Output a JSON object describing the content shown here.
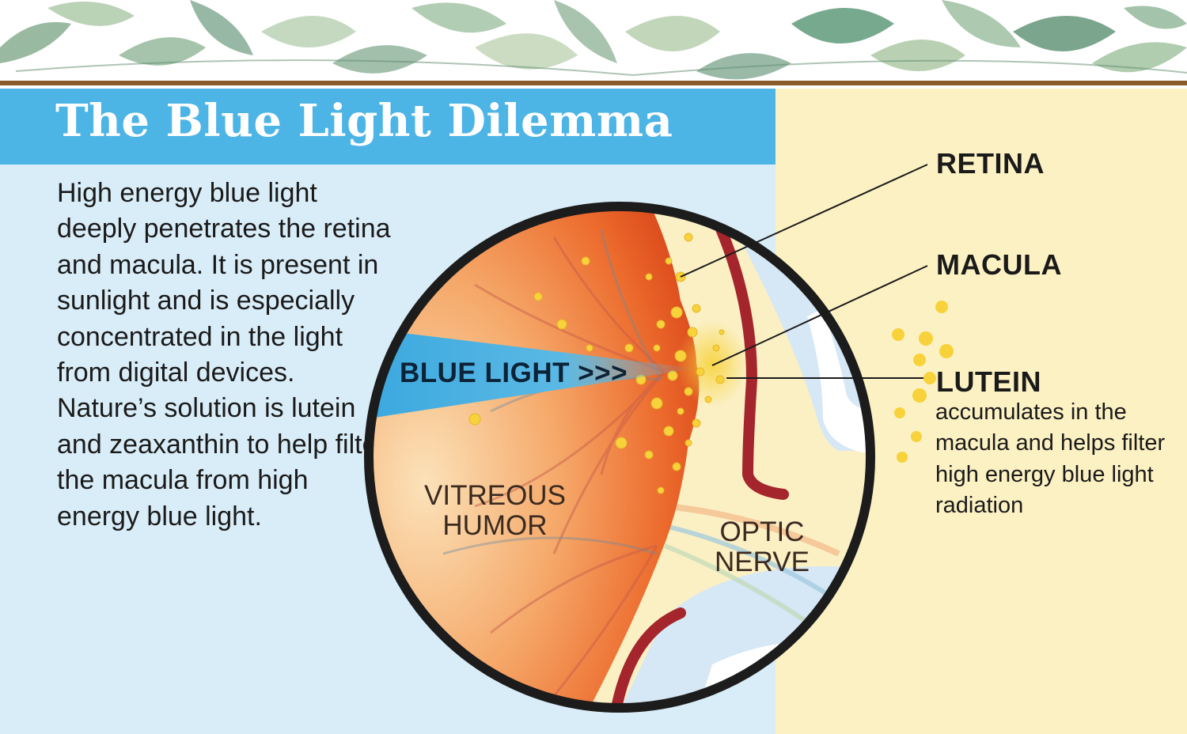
{
  "title": "The Blue Light Dilemma",
  "body_text": "High energy blue light deeply penetrates the retina and macula. It is present in sunlight and is especially concentrated in the light from digital devices. Nature’s solution is lutein and zeaxanthin to help filter the macula from high energy blue light.",
  "diagram": {
    "blue_light_label": "BLUE LIGHT >>>",
    "vitreous_label": "VITREOUS\nHUMOR",
    "optic_nerve_label": "OPTIC\nNERVE"
  },
  "callouts": {
    "retina": "RETINA",
    "macula": "MACULA",
    "lutein": "LUTEIN",
    "lutein_description": "accumulates in the macula and helps filter high energy blue light radiation"
  },
  "colors": {
    "title_bar": "#4db4e6",
    "left_panel": "#d9edf8",
    "right_panel": "#fcf1c3",
    "retina_orange": "#e8541c",
    "lutein_yellow": "#f7d23a",
    "blood_vessel": "#a4262c"
  }
}
